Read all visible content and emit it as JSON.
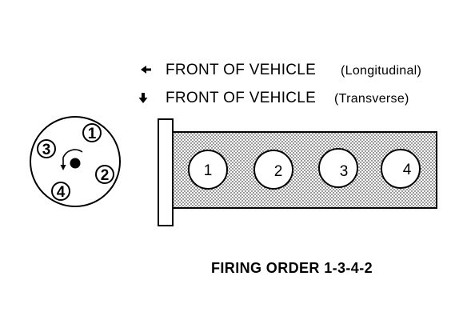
{
  "front": {
    "longitudinal": {
      "icon": "arrow-left-icon",
      "main_text": "FRONT OF VEHICLE",
      "qualifier": "(Longitudinal)"
    },
    "transverse": {
      "icon": "arrow-down-icon",
      "main_text": "FRONT OF VEHICLE",
      "qualifier": "(Transverse)"
    }
  },
  "distributor": {
    "terminals": [
      "1",
      "2",
      "3",
      "4"
    ],
    "rotation_icon": "counterclockwise-arrow-icon"
  },
  "engine": {
    "cylinders": [
      "1",
      "2",
      "3",
      "4"
    ]
  },
  "firing_order": "FIRING ORDER 1-3-4-2",
  "colors": {
    "ink": "#000000",
    "paper": "#ffffff",
    "block_stipple": "#d8d8d8"
  }
}
